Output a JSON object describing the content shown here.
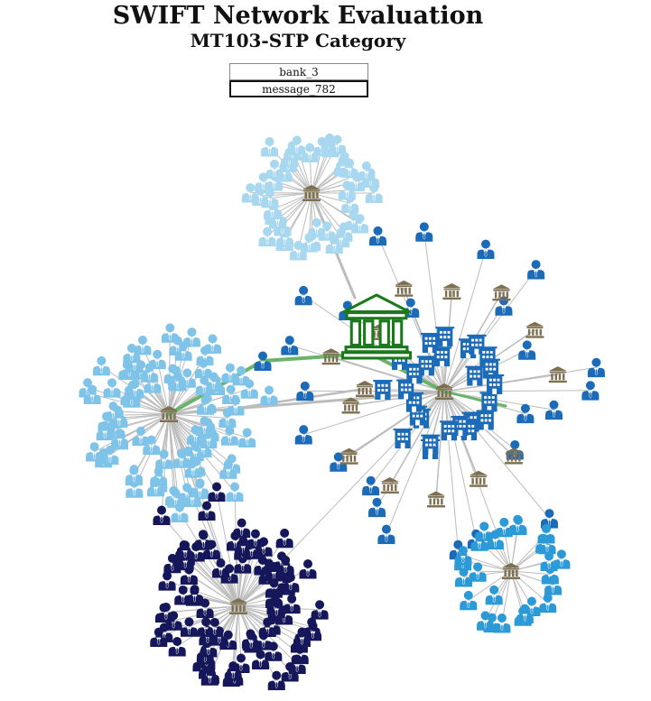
{
  "header": {
    "title": "SWIFT Network Evaluation",
    "subtitle": "MT103-STP Category"
  },
  "inputs": {
    "bank_value": "bank_3",
    "message_value": "message_782"
  },
  "colors": {
    "edge": "#bcbcbc",
    "highlight_edge": "#6ab46a",
    "highlight_bank": "#1a7a1a",
    "bank_icon": "#7d6f4f",
    "cluster_top": "#a8d8f0",
    "cluster_left": "#7fc4e8",
    "cluster_right": "#1c6bb8",
    "cluster_bottom": "#15175a",
    "cluster_bottom_right": "#2b9ad6"
  },
  "icons": {
    "customer": "person-icon",
    "bank": "bank-icon",
    "branch": "building-icon"
  },
  "network": {
    "highlighted_path": [
      "cluster_left",
      "cluster_right"
    ],
    "clusters": [
      {
        "id": "cluster_top",
        "customers": 44,
        "banks": 1
      },
      {
        "id": "cluster_left",
        "customers": 80,
        "banks": 1
      },
      {
        "id": "cluster_right",
        "customers": 24,
        "banks": 14,
        "branches": 26
      },
      {
        "id": "cluster_bottom",
        "customers": 84,
        "banks": 1
      },
      {
        "id": "cluster_bottom_right",
        "customers": 26,
        "banks": 1
      }
    ]
  }
}
